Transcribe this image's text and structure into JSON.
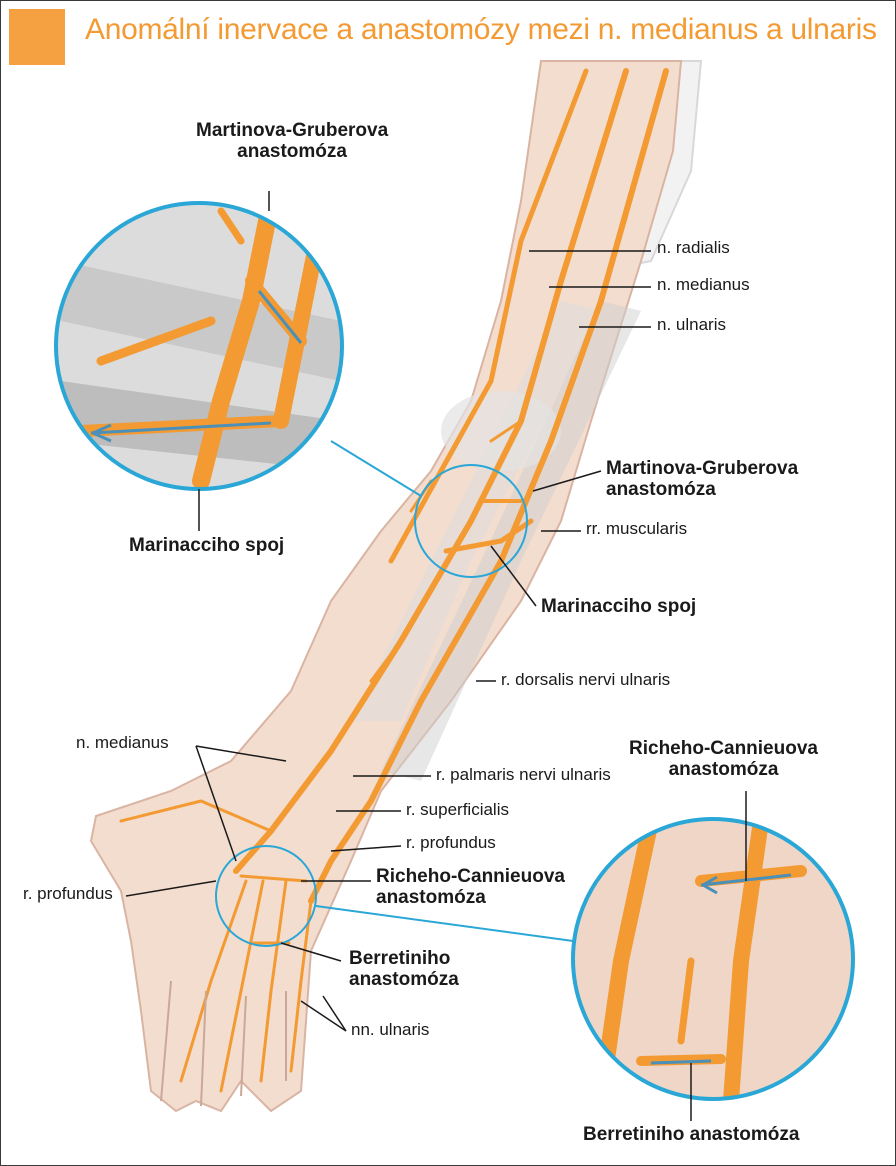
{
  "title": "Anomální inervace a anastomózy mezi n. medianus a ulnaris",
  "colors": {
    "accent": "#f5a142",
    "nerve": "#f39a33",
    "skin": "#f3ddcf",
    "callout_circle": "#2aa7d6",
    "direction_arrow": "#4a90b8"
  },
  "labels": {
    "inset_top_title_1": "Martinova-Gruberova",
    "inset_top_title_2": "anastomóza",
    "inset_top_bottom": "Marinacciho spoj",
    "radialis": "n. radialis",
    "medianus_upper": "n. medianus",
    "ulnaris_upper": "n. ulnaris",
    "martin_gruber_1": "Martinova-Gruberova",
    "martin_gruber_2": "anastomóza",
    "muscularis": "rr. muscularis",
    "marinacci": "Marinacciho spoj",
    "dorsalis": "r. dorsalis nervi ulnaris",
    "medianus_lower": "n. medianus",
    "palmaris": "r. palmaris nervi ulnaris",
    "superficialis": "r. superficialis",
    "profundus_right": "r. profundus",
    "profundus_left": "r. profundus",
    "riche_1": "Richeho-Cannieuova",
    "riche_2": "anastomóza",
    "berrettini_1": "Berretiniho",
    "berrettini_2": "anastomóza",
    "nn_ulnaris": "nn. ulnaris",
    "inset_bottom_title_1": "Richeho-Cannieuova",
    "inset_bottom_title_2": "anastomóza",
    "inset_bottom_bottom": "Berretiniho anastomóza"
  }
}
